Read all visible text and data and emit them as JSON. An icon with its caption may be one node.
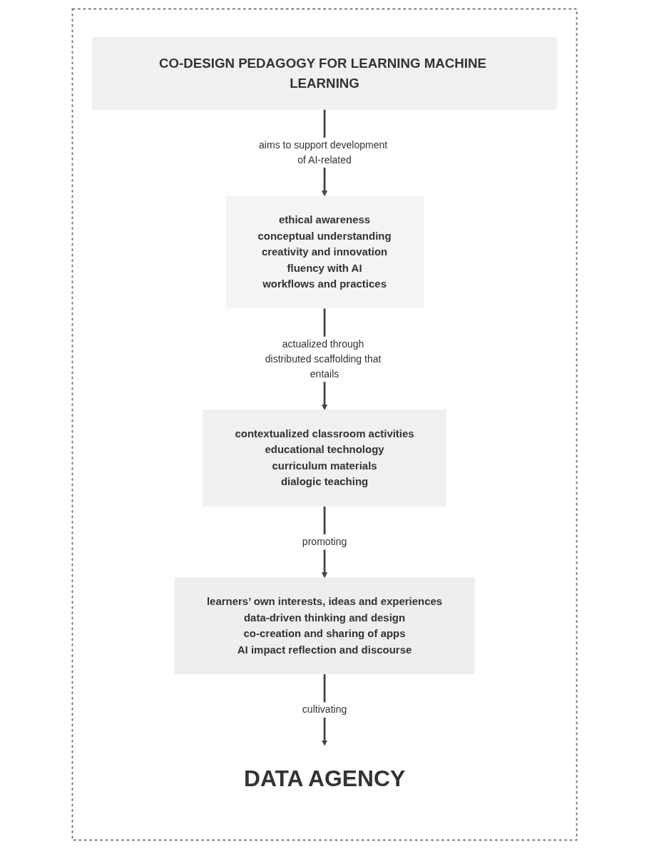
{
  "diagram": {
    "nodes": [
      {
        "text": [],
        "shape": "box"
      },
      {
        "text": [
          "CO-DESIGN PEDAGOGY FOR LEARNING MACHINE LEARNING"
        ],
        "in": 0
      },
      {
        "text": [
          "ethical awareness",
          "conceptual understanding",
          "creativity and innovation",
          "fluency with AI",
          "workflows and practices"
        ],
        "in": 0
      },
      {
        "text": [
          "contextualized classroom activities",
          "educational technology",
          "curriculum materials",
          "dialogic teaching"
        ],
        "in": 0
      },
      {
        "text": [
          "learners’ own interests, ideas and experiences",
          "data-driven thinking and design",
          "co-creation and sharing of apps",
          "AI impact reflection and discourse"
        ],
        "in": 0
      },
      {
        "text": [
          "DATA AGENCY"
        ],
        "in": 0
      }
    ],
    "edges": [
      {
        "from": 1,
        "to": 2,
        "arrow": "to",
        "label": "aims to support development of AI-related"
      },
      {
        "from": 2,
        "to": 3,
        "arrow": "to",
        "label": "actualized through distributed scaffolding that entails"
      },
      {
        "from": 3,
        "to": 4,
        "arrow": "to",
        "label": "promoting"
      },
      {
        "from": 4,
        "to": 5,
        "arrow": "to",
        "label": "cultivating"
      }
    ]
  }
}
